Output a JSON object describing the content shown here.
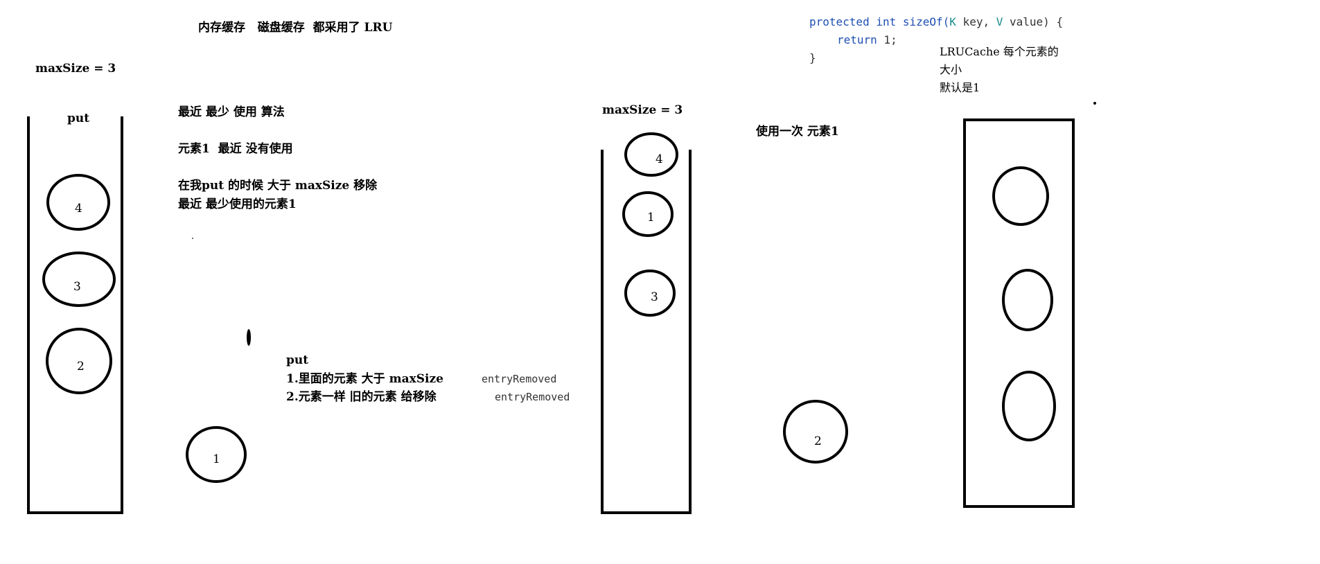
{
  "header": {
    "title": "内存缓存   磁盘缓存  都采用了 LRU"
  },
  "left_stack": {
    "max_size": "maxSize = 3",
    "label": "put",
    "items": [
      "4",
      "3",
      "2"
    ],
    "outside_item": "1"
  },
  "notes": {
    "line1": "最近 最少 使用 算法",
    "line2": "元素1  最近 没有使用",
    "line3": "在我put 的时候 大于 maxSize 移除",
    "line4": "最近 最少使用的元素1"
  },
  "put_rules": {
    "title": "put",
    "rule1_text": "1.里面的元素 大于 maxSize",
    "rule1_callback": "entryRemoved",
    "rule2_text": "2.元素一样 旧的元素 给移除",
    "rule2_callback": "entryRemoved"
  },
  "middle_stack": {
    "max_size": "maxSize = 3",
    "items": [
      "4",
      "1",
      "3"
    ],
    "used_once": "使用一次 元素1",
    "outside_item": "2"
  },
  "code": {
    "line1_kw": "protected int",
    "line1_fn": " sizeOf(",
    "line1_k": "K",
    "line1_mid": " key, ",
    "line1_v": "V",
    "line1_end": " value) {",
    "line2_kw": "return",
    "line2_val": " 1;",
    "line3": "}"
  },
  "code_note": {
    "line1": "LRUCache 每个元素的",
    "line2": "大小",
    "line3": "默认是1"
  },
  "colors": {
    "keyword": "#1f4fb3",
    "type": "#1a8a8a"
  }
}
